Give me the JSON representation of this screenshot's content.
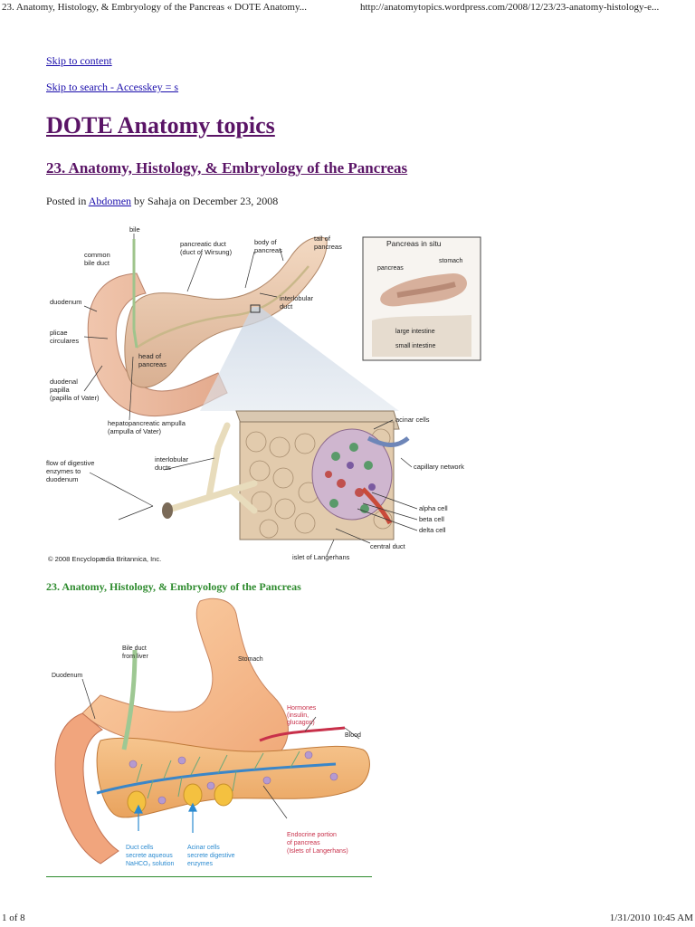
{
  "print_header": {
    "title": "23. Anatomy, Histology, & Embryology of the Pancreas « DOTE Anatomy...",
    "url": "http://anatomytopics.wordpress.com/2008/12/23/23-anatomy-histology-e..."
  },
  "nav": {
    "skip_content": "Skip to content",
    "skip_search": "Skip to search - Accesskey = s"
  },
  "site": {
    "title": "DOTE Anatomy topics"
  },
  "post": {
    "title": "23. Anatomy, Histology, & Embryology of the Pancreas",
    "meta_prefix": "Posted in",
    "category": "Abdomen",
    "meta_suffix": "by Sahaja on December 23, 2008"
  },
  "figure1": {
    "labels": {
      "bile": "bile",
      "common_bile_duct_1": "common",
      "common_bile_duct_2": "bile duct",
      "pancreatic_duct_1": "pancreatic duct",
      "pancreatic_duct_2": "(duct of Wirsung)",
      "body_1": "body of",
      "body_2": "pancreas",
      "tail_1": "tail of",
      "tail_2": "pancreas",
      "duodenum": "duodenum",
      "plicae_1": "plicae",
      "plicae_2": "circulares",
      "interlobular_1": "interlobular",
      "interlobular_2": "duct",
      "head_1": "head of",
      "head_2": "pancreas",
      "papilla_1": "duodenal",
      "papilla_2": "papilla",
      "papilla_3": "(papilla of Vater)",
      "ampulla_1": "hepatopancreatic ampulla",
      "ampulla_2": "(ampulla of Vater)",
      "flow_1": "flow of digestive",
      "flow_2": "enzymes to",
      "flow_3": "duodenum",
      "interlobular_ducts_1": "interlobular",
      "interlobular_ducts_2": "ducts",
      "acinar": "acinar cells",
      "capillary": "capillary network",
      "alpha": "alpha cell",
      "beta": "beta cell",
      "delta": "delta cell",
      "central_duct": "central duct",
      "islet": "islet of Langerhans",
      "copyright": "© 2008 Encyclopædia Britannica, Inc."
    },
    "inset": {
      "title": "Pancreas in situ",
      "stomach": "stomach",
      "pancreas": "pancreas",
      "large_intestine": "large intestine",
      "small_intestine": "small intestine"
    }
  },
  "caption": "23. Anatomy, Histology, & Embryology of the Pancreas",
  "figure2": {
    "labels": {
      "bile_1": "Bile duct",
      "bile_2": "from liver",
      "stomach": "Stomach",
      "duodenum": "Duodenum",
      "hormones_1": "Hormones",
      "hormones_2": "(insulin,",
      "hormones_3": "glucagon)",
      "blood": "Blood",
      "endocrine_1": "Endocrine portion",
      "endocrine_2": "of pancreas",
      "endocrine_3": "(Islets of Langerhans)",
      "duct_cells_1": "Duct cells",
      "duct_cells_2": "secrete aqueous",
      "duct_cells_3": "NaHCO₃ solution",
      "acinar_1": "Acinar cells",
      "acinar_2": "secrete digestive",
      "acinar_3": "enzymes"
    }
  },
  "print_footer": {
    "page": "1 of 8",
    "date": "1/31/2010 10:45 AM"
  }
}
